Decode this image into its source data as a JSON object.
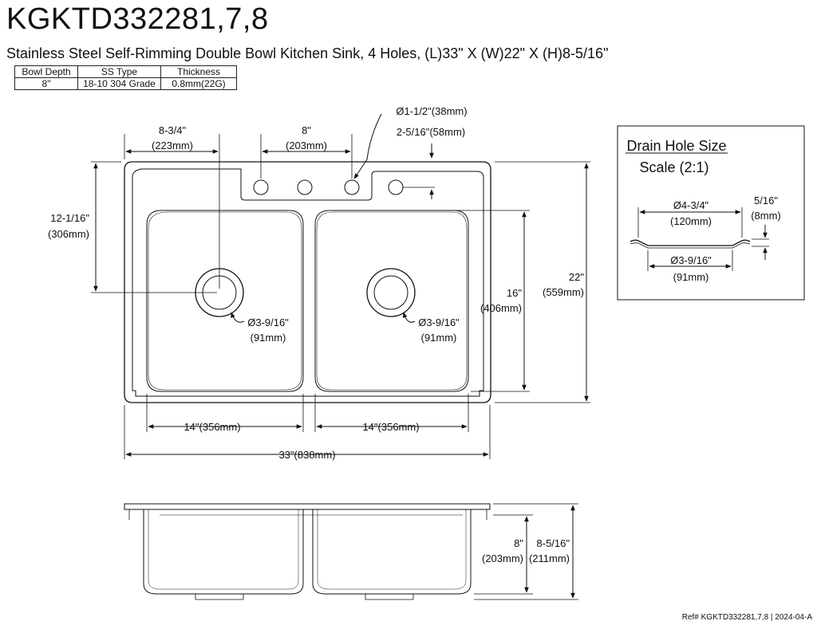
{
  "header": {
    "model": "KGKTD332281,7,8",
    "description": "Stainless Steel Self-Rimming Double Bowl Kitchen Sink, 4 Holes, (L)33\" X (W)22\" X (H)8-5/16\""
  },
  "spec_table": {
    "headers": [
      "Bowl Depth",
      "SS Type",
      "Thickness"
    ],
    "values": [
      "8\"",
      "18-10 304 Grade",
      "0.8mm(22G)"
    ]
  },
  "dims": {
    "left_to_drain": [
      "8-3/4\"",
      "(223mm)"
    ],
    "hole_spacing": [
      "8\"",
      "(203mm)"
    ],
    "hole_diameter": "Ø1-1/2\"(38mm)",
    "hole_offset": "2-5/16\"(58mm)",
    "top_to_drain": [
      "12-1/16\"",
      "(306mm)"
    ],
    "bowl_length": [
      "16\"",
      "(406mm)"
    ],
    "overall_width": [
      "22\"",
      "(559mm)"
    ],
    "drain_left": [
      "Ø3-9/16\"",
      "(91mm)"
    ],
    "drain_right": [
      "Ø3-9/16\"",
      "(91mm)"
    ],
    "bowl_left_width": "14\"(356mm)",
    "bowl_right_width": "14\"(356mm)",
    "overall_length": "33\"(838mm)",
    "bowl_depth": [
      "8\"",
      "(203mm)"
    ],
    "overall_height": [
      "8-5/16\"",
      "(211mm)"
    ]
  },
  "drain_detail": {
    "title": "Drain Hole Size",
    "scale": "Scale (2:1)",
    "outer_diameter": [
      "Ø4-3/4\"",
      "(120mm)"
    ],
    "flange_height": [
      "5/16\"",
      "(8mm)"
    ],
    "inner_diameter": [
      "Ø3-9/16\"",
      "(91mm)"
    ]
  },
  "footer": {
    "ref": "Ref# KGKTD332281,7,8 | 2024-04-A"
  }
}
